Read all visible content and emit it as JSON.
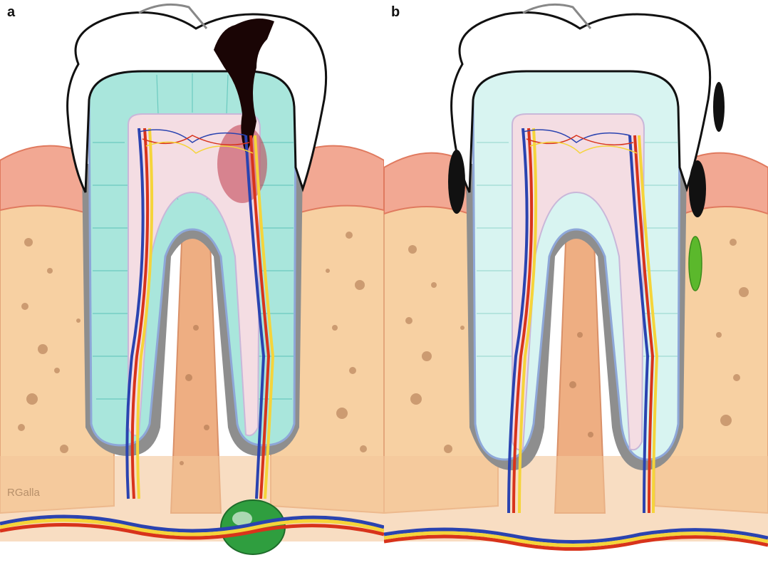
{
  "panels": [
    {
      "label": "a"
    },
    {
      "label": "b"
    }
  ],
  "signature": "RGalla",
  "colors": {
    "enamel": "#ffffff",
    "dentin": "#a9e6dc",
    "dentin_light": "#d8f4f1",
    "pulp": "#f4dde3",
    "cementum": "#8e8e8e",
    "gingiva": "#f2a893",
    "bone": "#f7d0a2",
    "bone_dark": "#eba478",
    "vein": "#2a43b0",
    "artery": "#d8331b",
    "nerve": "#f5d43a",
    "caries": "#1a0505",
    "abscess": "#2f9e3f",
    "calculus": "#111111",
    "plaque": "#5bb82c"
  }
}
